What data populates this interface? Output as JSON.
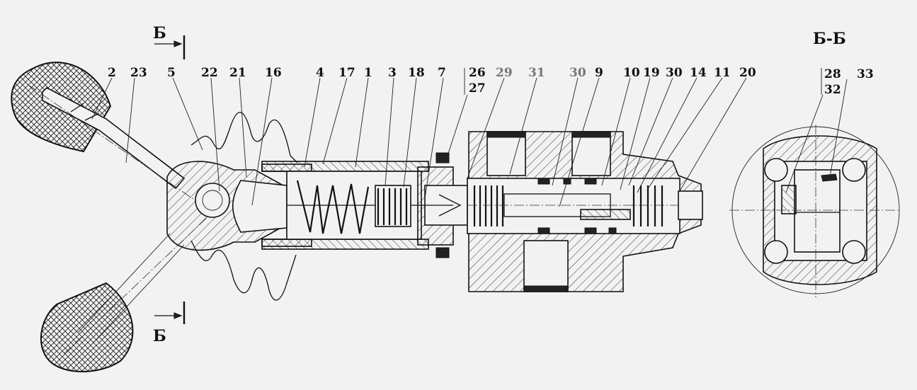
{
  "section_labels": {
    "cut_top": "Б",
    "cut_bottom": "Б",
    "view_title": "Б-Б"
  },
  "callouts": [
    {
      "id": "2",
      "text": "2",
      "grey": false
    },
    {
      "id": "23",
      "text": "23",
      "grey": false
    },
    {
      "id": "5",
      "text": "5",
      "grey": false
    },
    {
      "id": "22",
      "text": "22",
      "grey": false
    },
    {
      "id": "21",
      "text": "21",
      "grey": false
    },
    {
      "id": "16",
      "text": "16",
      "grey": false
    },
    {
      "id": "4",
      "text": "4",
      "grey": false
    },
    {
      "id": "17",
      "text": "17",
      "grey": false
    },
    {
      "id": "1",
      "text": "1",
      "grey": false
    },
    {
      "id": "3",
      "text": "3",
      "grey": false
    },
    {
      "id": "18",
      "text": "18",
      "grey": false
    },
    {
      "id": "7",
      "text": "7",
      "grey": false
    },
    {
      "id": "26",
      "text": "26",
      "grey": false
    },
    {
      "id": "27",
      "text": "27",
      "grey": false
    },
    {
      "id": "29",
      "text": "29",
      "grey": true
    },
    {
      "id": "31",
      "text": "31",
      "grey": true
    },
    {
      "id": "30a",
      "text": "30",
      "grey": true
    },
    {
      "id": "9",
      "text": "9",
      "grey": false
    },
    {
      "id": "10",
      "text": "10",
      "grey": false
    },
    {
      "id": "19",
      "text": "19",
      "grey": false
    },
    {
      "id": "30b",
      "text": "30",
      "grey": false
    },
    {
      "id": "14",
      "text": "14",
      "grey": false
    },
    {
      "id": "11",
      "text": "11",
      "grey": false
    },
    {
      "id": "20",
      "text": "20",
      "grey": false
    },
    {
      "id": "28",
      "text": "28",
      "grey": false
    },
    {
      "id": "32",
      "text": "32",
      "grey": false
    },
    {
      "id": "33",
      "text": "33",
      "grey": false
    }
  ]
}
